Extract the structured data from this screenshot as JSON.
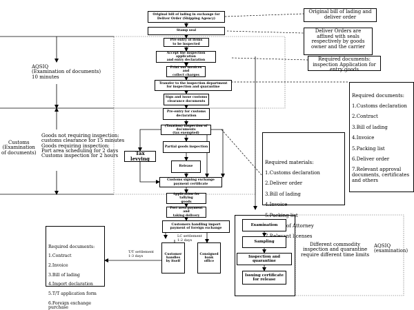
{
  "flow": {
    "step01": "Original bill of lading in exchange for\nDeliver Order (Shipping Agency)",
    "step02": "Stamp seal",
    "step03": "Pre-entry of items\nto be inspected",
    "step04": "Accept the inspection application\nand entry declaration",
    "step05": "Print out invoices and\ncollect charges",
    "step06": "Transfer to the inspection department\nfor inspection and quarantine",
    "step07": "Sign and issue customs\nclearance documents",
    "step08": "Pre-entry for customs\ndeclaration",
    "step09": "(Taxation) Inspection of documents\n(tax exempted)",
    "step10": "Partial goods inspection",
    "step11": "Release",
    "step12": "Customs signing exchange\npayment certificate",
    "step13": "Application for tallying\ngoods",
    "step14": "Port area payment and\ntaking delivery",
    "step15": "Customers handling import\npayment of foreign exchange",
    "tax": "Tax levying",
    "customer_bank": "Customer\nhandles\nby itself",
    "consigned_bank": "Consigned\nbank\noffice"
  },
  "notes": {
    "n1": "Original bill of lading and\ndeliver order",
    "n2": "Deliver Orders are\naffixed with seals\nrespectively by goods\nowner and the carrier",
    "n3": "Required documents:\ninspection Application for\nentry goods"
  },
  "required_documents_1": {
    "title": "Required documents:",
    "items": [
      "1.Customs declaration",
      "2.Contract",
      "3.Bill of lading",
      "4.Invoice",
      "5.Packing list",
      "6.Deliver order",
      "7.Relevant approval\n  documents, certificates\n  and others"
    ]
  },
  "required_materials": {
    "title": "Required materials:",
    "items": [
      "1.Customs declaration",
      "2.Deliver order",
      "3.Bill of lading",
      "4.Invoice",
      "5.Packing list",
      "6.Power of Attorney",
      "7.Relevant licenses"
    ]
  },
  "required_documents_2": {
    "title": "Required documents:",
    "items": [
      "1.Contract",
      "2.Invoice",
      "3.Bill of lading",
      "4.Import declaration",
      "5.T/T application form",
      "6.Foreign exchange purchase\n  form"
    ]
  },
  "aqsiq_top": "AQSIQ\n(Examination of documents)\n10 minutes",
  "customs": "Customs\n(Examination\nof documents)",
  "customs_times": "Goods not requiring inspection:\ncustoms clearance for 15 minutes\nGoods requiring inspection:\nPort area scheduling for 2 days\nCustoms inspection for 2 hours",
  "right_flow": {
    "r1": "Examination",
    "r2": "Sampling",
    "r3": "Inspection and quarantine",
    "r4": "Issuing certificate\nfor release"
  },
  "different_commodity": "Different commodity\ninspection and quarantine\nrequire different time limits",
  "aqsiq_right": "AQSIQ\n(examination)",
  "lc_settlement": "LC settlement\n1-2 days",
  "tt_settlement": "T/T settlement\n1-3 days"
}
